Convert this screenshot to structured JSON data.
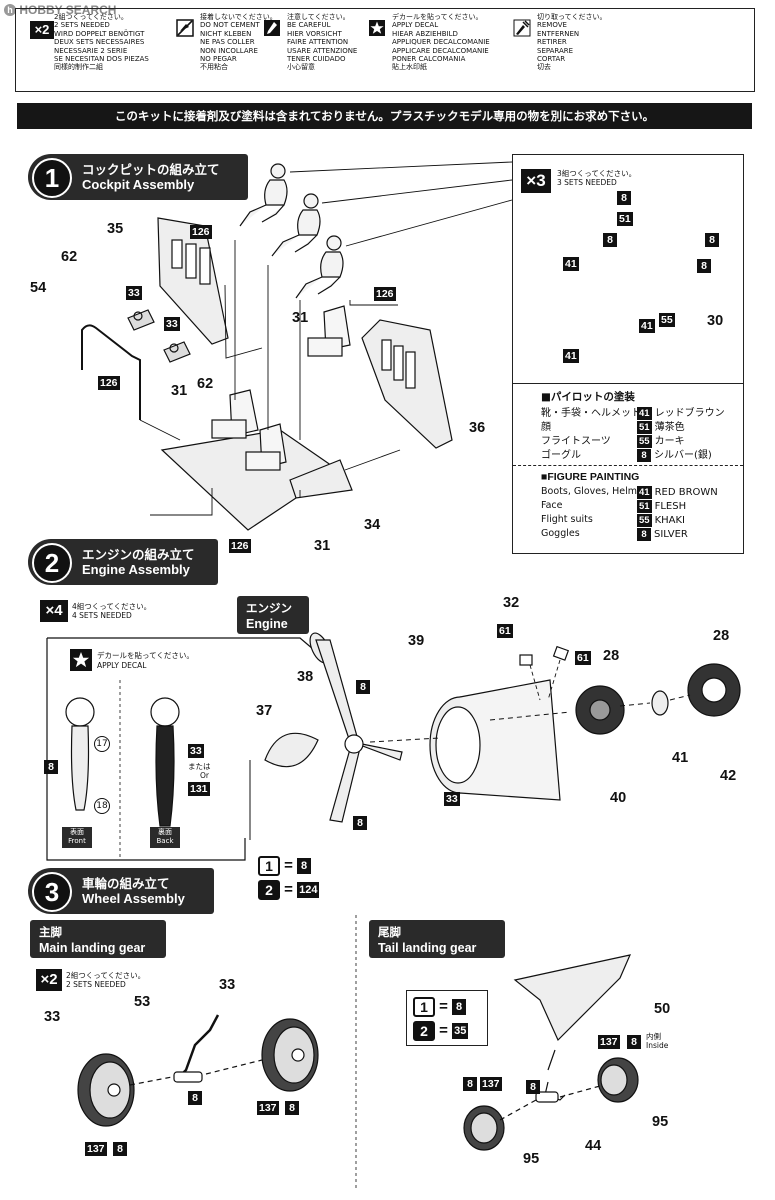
{
  "header": {
    "logo_text": "HOBBY SEARCH",
    "legend": [
      {
        "icon": "x2-badge",
        "badge": "×2",
        "text": "2組つくってください。\n2 SETS NEEDED\nWIRD DOPPELT BENÖTIGT\nDEUX SETS NECESSAIRES\nNECESSARIE 2 SERIE\nSE NECESITAN DOS PIEZAS\n同樣的制作二組"
      },
      {
        "icon": "no-cement-icon",
        "text": "接着しないでください。\nDO NOT CEMENT\nNICHT KLEBEN\nNE PAS COLLER\nNON INCOLLARE\nNO PEGAR\n不用粘合"
      },
      {
        "icon": "careful-icon",
        "text": "注意してください。\nBE CAREFUL\nHIER VORSICHT\nFAIRE ATTENTION\nUSARE ATTENZIONE\nTENER CUIDADO\n小心留意"
      },
      {
        "icon": "decal-star-icon",
        "text": "デカールを貼ってください。\nAPPLY DECAL\nHIEAR ABZIEHBILD\nAPPLIQUER DECALCOMANIE\nAPPLICARE DECALCOMANIE\nPONER CALCOMANIA\n貼上水印紙"
      },
      {
        "icon": "remove-icon",
        "text": "切り取ってください。\nREMOVE\nENTFERNEN\nRETIRER\nSEPARARE\nCORTAR\n切去"
      }
    ]
  },
  "banner": "このキットに接着剤及び塗料は含まれておりません。プラスチックモデル専用の物を別にお求め下さい。",
  "step1": {
    "num": "1",
    "jp": "コックピットの組み立て",
    "en": "Cockpit Assembly",
    "parts": [
      "35",
      "62",
      "54",
      "31",
      "62",
      "31",
      "36",
      "34",
      "31"
    ],
    "colors": [
      "126",
      "33",
      "33",
      "126",
      "126",
      "126"
    ],
    "sets": {
      "badge": "×3",
      "jp": "3組つくってください。",
      "en": "3 SETS NEEDED"
    },
    "figure_callouts": [
      "8",
      "51",
      "8",
      "8",
      "41",
      "8",
      "41",
      "55",
      "41"
    ],
    "figure_part": "30",
    "painting_jp": {
      "title": "■パイロットの塗装",
      "rows": [
        {
          "label": "靴・手袋・ヘルメット",
          "code": "41",
          "color": "レッドブラウン"
        },
        {
          "label": "顔",
          "code": "51",
          "color": "薄茶色"
        },
        {
          "label": "フライトスーツ",
          "code": "55",
          "color": "カーキ"
        },
        {
          "label": "ゴーグル",
          "code": "8",
          "color": "シルバー(銀)"
        }
      ]
    },
    "painting_en": {
      "title": "■FIGURE PAINTING",
      "rows": [
        {
          "label": "Boots, Gloves, Helmet",
          "code": "41",
          "color": "RED BROWN"
        },
        {
          "label": "Face",
          "code": "51",
          "color": "FLESH"
        },
        {
          "label": "Flight suits",
          "code": "55",
          "color": "KHAKI"
        },
        {
          "label": "Goggles",
          "code": "8",
          "color": "SILVER"
        }
      ]
    }
  },
  "step2": {
    "num": "2",
    "jp": "エンジンの組み立て",
    "en": "Engine Assembly",
    "sets": {
      "badge": "×4",
      "jp": "4組つくってください。",
      "en": "4 SETS NEEDED"
    },
    "engine_tag": {
      "jp": "エンジン",
      "en": "Engine"
    },
    "decal": {
      "jp": "デカールを貼ってください。",
      "en": "APPLY DECAL",
      "num17": "17",
      "num18": "18",
      "or_jp": "または",
      "or_en": "Or",
      "front_jp": "表面",
      "front_en": "Front",
      "back_jp": "裏面",
      "back_en": "Back"
    },
    "decal_colors": [
      "8",
      "33",
      "131"
    ],
    "parts": [
      "32",
      "39",
      "38",
      "37",
      "28",
      "28",
      "41",
      "42",
      "40"
    ],
    "colors": [
      "61",
      "61",
      "8",
      "8",
      "33"
    ],
    "prop_eq": [
      {
        "sym": "1",
        "code": "8"
      },
      {
        "sym": "2",
        "code": "124"
      }
    ]
  },
  "step3": {
    "num": "3",
    "jp": "車輪の組み立て",
    "en": "Wheel Assembly",
    "main_tag": {
      "jp": "主脚",
      "en": "Main landing gear"
    },
    "tail_tag": {
      "jp": "尾脚",
      "en": "Tail landing gear"
    },
    "sets": {
      "badge": "×2",
      "jp": "2組つくってください。",
      "en": "2 SETS NEEDED"
    },
    "main_parts": [
      "53",
      "33",
      "33"
    ],
    "main_colors": [
      "8",
      "137",
      "8",
      "137",
      "8"
    ],
    "tail_eq": [
      {
        "sym": "1",
        "code": "8"
      },
      {
        "sym": "2",
        "code": "35"
      }
    ],
    "tail_parts": [
      "50",
      "44",
      "95",
      "95"
    ],
    "tail_colors": [
      "137",
      "8",
      "8",
      "8",
      "137"
    ],
    "inside": {
      "jp": "内側",
      "en": "Inside"
    }
  }
}
